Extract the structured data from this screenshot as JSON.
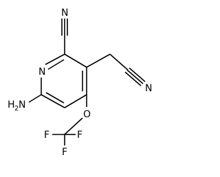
{
  "molecule": {
    "atoms": {
      "ring_n": "N",
      "amino": "H",
      "amino_sub": "2",
      "amino_n": "N",
      "nitrile_top": "N",
      "nitrile_right": "N",
      "ether_o": "O",
      "fluorine_left": "F",
      "fluorine_bottom": "F",
      "fluorine_right": "F"
    },
    "colors": {
      "bond": "#000000",
      "label": "#000000",
      "background": "#ffffff"
    }
  }
}
